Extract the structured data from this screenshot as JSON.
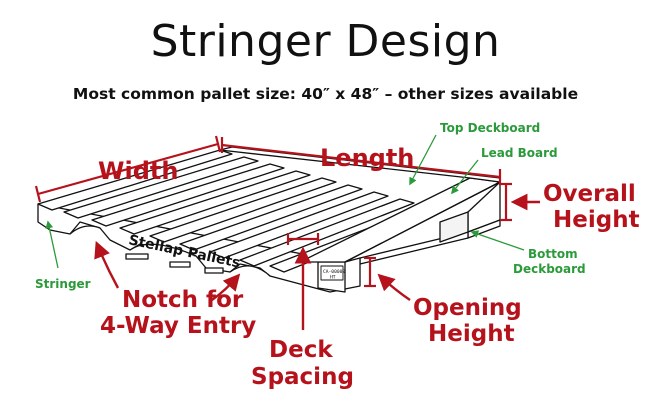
{
  "title": "Stringer Design",
  "subtitle": "Most common pallet size: 40″ x 48″ – other sizes available",
  "brand_text": "Stellap Pallets",
  "stamp": {
    "line1": "CA-00000",
    "line2": "HT"
  },
  "labels": {
    "width": "Width",
    "length": "Length",
    "top_deckboard": "Top Deckboard",
    "lead_board": "Lead Board",
    "overall_height": [
      "Overall",
      "Height"
    ],
    "bottom_deckboard": [
      "Bottom",
      "Deckboard"
    ],
    "stringer": "Stringer",
    "notch": [
      "Notch for",
      "4-Way Entry"
    ],
    "deck_spacing": [
      "Deck",
      "Spacing"
    ],
    "opening_height": [
      "Opening",
      "Height"
    ]
  },
  "colors": {
    "dimension_red": "#b5121b",
    "callout_green": "#2a9a3a",
    "outline": "#111111"
  }
}
